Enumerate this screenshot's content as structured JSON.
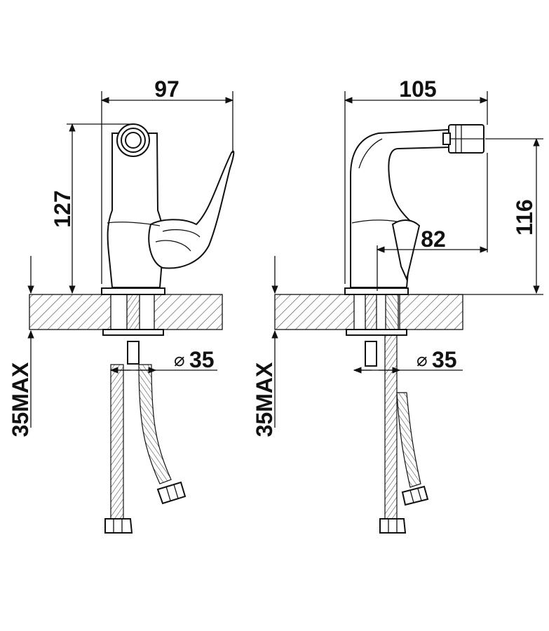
{
  "left_view": {
    "dim_width": "97",
    "dim_height": "127",
    "dim_hole": "35",
    "dim_counter": "35MAX"
  },
  "right_view": {
    "dim_width": "105",
    "dim_height": "116",
    "dim_spout": "82",
    "dim_hole": "35",
    "dim_counter": "35MAX"
  },
  "symbols": {
    "diameter": "⌀"
  },
  "colors": {
    "line": "#111111",
    "hatch": "#444444",
    "background": "#ffffff"
  }
}
